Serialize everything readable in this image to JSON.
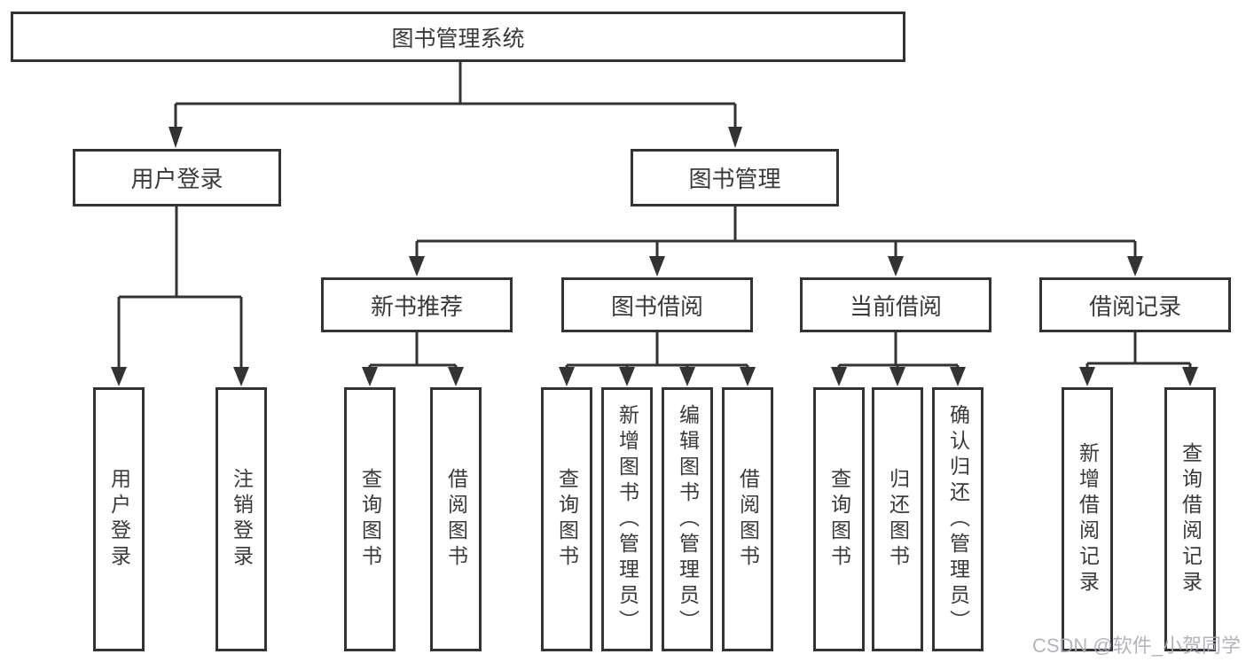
{
  "nodes": {
    "root": "图书管理系统",
    "user_login": "用户登录",
    "book_management": "图书管理",
    "new_book_recommend": "新书推荐",
    "book_borrowing": "图书借阅",
    "current_borrowing": "当前借阅",
    "borrowing_records": "借阅记录",
    "leaf_user_login": "用户登录",
    "leaf_logout": "注销登录",
    "leaf_query_books_recommend": "查询图书",
    "leaf_borrow_books_recommend": "借阅图书",
    "leaf_query_books_borrowing": "查询图书",
    "leaf_add_books_admin": "新增图书（管理员）",
    "leaf_edit_books_admin": "编辑图书（管理员）",
    "leaf_borrow_books_borrowing": "借阅图书",
    "leaf_query_books_current": "查询图书",
    "leaf_return_books": "归还图书",
    "leaf_confirm_return_admin": "确认归还（管理员）",
    "leaf_add_borrow_record": "新增借阅记录",
    "leaf_query_borrow_record": "查询借阅记录"
  },
  "watermark": "CSDN @软件_小贺同学",
  "colors": {
    "line": "#333333",
    "text": "#3a3a3a",
    "background": "#ffffff",
    "watermark": "#a9aeb4"
  }
}
